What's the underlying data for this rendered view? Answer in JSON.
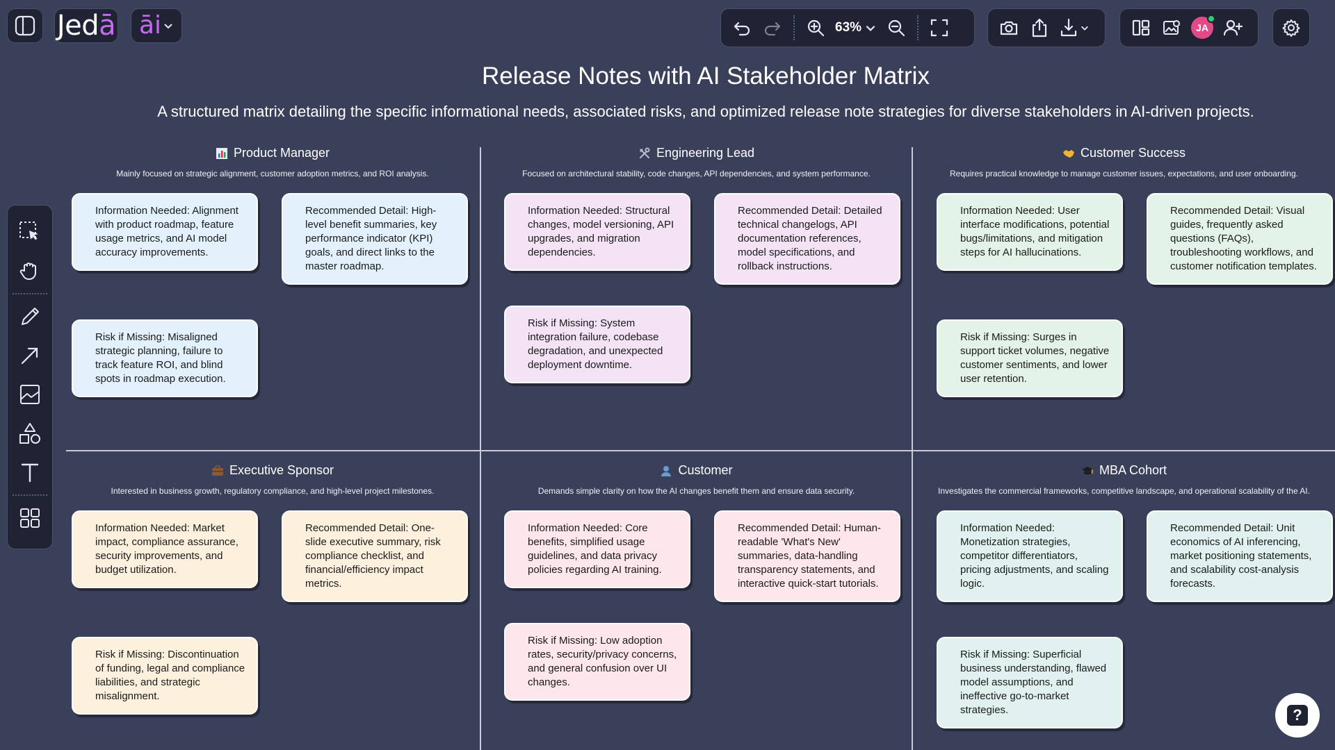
{
  "app": {
    "logo": {
      "prefix": "Jed",
      "accent": "ā"
    },
    "ai_label": "āi",
    "zoom": "63%",
    "avatar_initials": "JA"
  },
  "colors": {
    "background": "#3a4059",
    "toolbar": "#1f2333",
    "accent": "#c36cf0",
    "avatar": "#e14a86",
    "online": "#2ecc71"
  },
  "toolbar_icons": {
    "top_left": [
      "sidebar-toggle-icon"
    ],
    "history": [
      "undo-icon",
      "redo-icon"
    ],
    "zoom": [
      "zoom-in-icon",
      "zoom-out-icon",
      "fit-screen-icon"
    ],
    "export": [
      "camera-icon",
      "share-upload-icon",
      "download-icon"
    ],
    "view": [
      "split-view-icon",
      "image-ai-icon",
      "add-user-icon"
    ],
    "settings": [
      "gear-icon"
    ],
    "left": [
      "select-icon",
      "hand-icon",
      "pencil-icon",
      "arrow-icon",
      "image-icon",
      "shapes-icon",
      "text-icon",
      "grid-icon"
    ]
  },
  "title": "Release Notes with AI Stakeholder Matrix",
  "subtitle": "A structured matrix detailing the specific informational needs, associated risks, and optimized release note strategies for diverse stakeholders in AI-driven projects.",
  "sections": [
    {
      "icon": "bar-chart-icon",
      "title": "Product Manager",
      "description": "Mainly focused on strategic alignment, customer adoption metrics, and ROI analysis.",
      "color": "#e3f1fc",
      "info": "Information Needed: Alignment with product roadmap, feature usage metrics, and AI model accuracy improvements.",
      "detail": "Recommended Detail: High-level benefit summaries, key performance indicator (KPI) goals, and direct links to the master roadmap.",
      "risk": "Risk if Missing: Misaligned strategic planning, failure to track feature ROI, and blind spots in roadmap execution."
    },
    {
      "icon": "tools-icon",
      "title": "Engineering Lead",
      "description": "Focused on architectural stability, code changes, API dependencies, and system performance.",
      "color": "#f3e3f5",
      "info": "Information Needed: Structural changes, model versioning, API upgrades, and migration dependencies.",
      "detail": "Recommended Detail: Detailed technical changelogs, API documentation references, model specifications, and rollback instructions.",
      "risk": "Risk if Missing: System integration failure, codebase degradation, and unexpected deployment downtime."
    },
    {
      "icon": "handshake-icon",
      "title": "Customer Success",
      "description": "Requires practical knowledge to manage customer issues, expectations, and user onboarding.",
      "color": "#e4f3e8",
      "info": "Information Needed: User interface modifications, potential bugs/limitations, and mitigation steps for AI hallucinations.",
      "detail": "Recommended Detail: Visual guides, frequently asked questions (FAQs), troubleshooting workflows, and customer notification templates.",
      "risk": "Risk if Missing: Surges in support ticket volumes, negative customer sentiments, and lower user retention."
    },
    {
      "icon": "briefcase-icon",
      "title": "Executive Sponsor",
      "description": "Interested in business growth, regulatory compliance, and high-level project milestones.",
      "color": "#fdf1de",
      "info": "Information Needed: Market impact, compliance assurance, security improvements, and budget utilization.",
      "detail": "Recommended Detail: One-slide executive summary, risk compliance checklist, and financial/efficiency impact metrics.",
      "risk": "Risk if Missing: Discontinuation of funding, legal and compliance liabilities, and strategic misalignment."
    },
    {
      "icon": "person-icon",
      "title": "Customer",
      "description": "Demands simple clarity on how the AI changes benefit them and ensure data security.",
      "color": "#fde6ec",
      "info": "Information Needed: Core benefits, simplified usage guidelines, and data privacy policies regarding AI training.",
      "detail": "Recommended Detail: Human-readable 'What's New' summaries, data-handling transparency statements, and interactive quick-start tutorials.",
      "risk": "Risk if Missing: Low adoption rates, security/privacy concerns, and general confusion over UI changes."
    },
    {
      "icon": "graduation-cap-icon",
      "title": "MBA Cohort",
      "description": "Investigates the commercial frameworks, competitive landscape, and operational scalability of the AI.",
      "color": "#e0f1f0",
      "info": "Information Needed: Monetization strategies, competitor differentiators, pricing adjustments, and scaling logic.",
      "detail": "Recommended Detail: Unit economics of AI inferencing, market positioning statements, and scalability cost-analysis forecasts.",
      "risk": "Risk if Missing: Superficial business understanding, flawed model assumptions, and ineffective go-to-market strategies."
    }
  ]
}
